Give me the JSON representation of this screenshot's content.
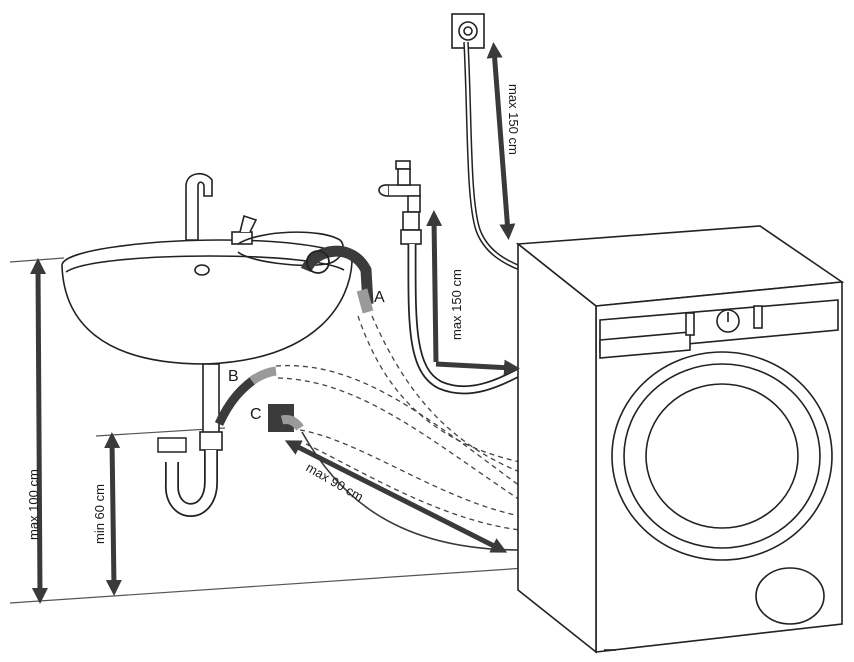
{
  "labels": {
    "outlet_a": "A",
    "outlet_b": "B",
    "outlet_c": "C",
    "max_socket": "max 150 cm",
    "max_tap": "max 150 cm",
    "max_drain_height": "max 100 cm",
    "min_drain_height": "min 60 cm",
    "max_drain_distance": "max 90 cm"
  },
  "colors": {
    "line": "#222222",
    "arrow": "#3a3a3a",
    "hose_dark": "#3b3b3b",
    "hose_light": "#9a9a9a"
  }
}
